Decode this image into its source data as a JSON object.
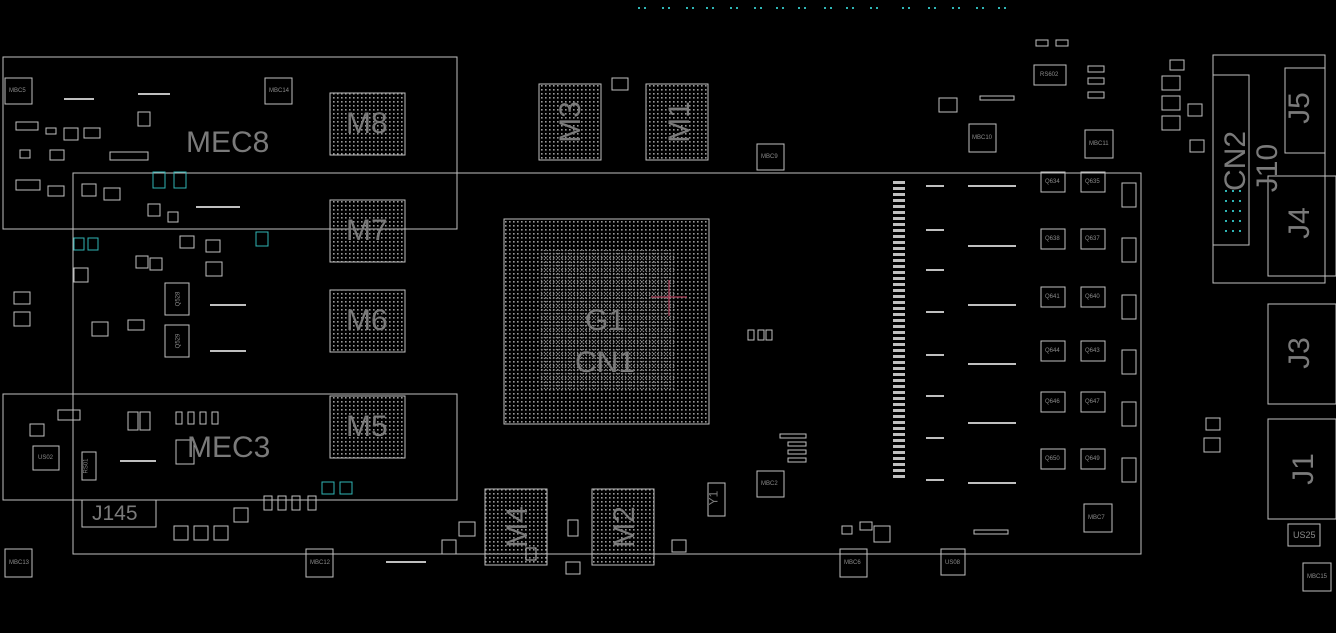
{
  "title": "",
  "colors": {
    "background": "#000000",
    "outline": "#bfbfbf",
    "label": "#7a7a7a",
    "cyan": "#2fb5b5",
    "marker": "#d24a6a"
  },
  "labels": {
    "mec8": "MEC8",
    "mec3": "MEC3",
    "m8": "M8",
    "m7": "M7",
    "m6": "M6",
    "m5": "M5",
    "m3": "M3",
    "m1": "M1",
    "m4": "M4",
    "m2": "M2",
    "g1": "G1",
    "cn1": "CN1",
    "cn2": "CN2",
    "j10": "J10",
    "j5": "J5",
    "j4": "J4",
    "j3": "J3",
    "j1": "J1",
    "j145": "J145",
    "y1": "Y1",
    "us25": "US25"
  },
  "small_labels": {
    "mbc5": "MBC5",
    "mbc14": "MBC14",
    "mbc9": "MBC9",
    "mbc10": "MBC10",
    "mbc11": "MBC11",
    "mbc2": "MBC2",
    "mbc6": "MBC6",
    "mbc7": "MBC7",
    "mbc12": "MBC12",
    "mbc13": "MBC13",
    "mbc15": "MBC15",
    "rs602": "RS602",
    "us08": "US08",
    "us02": "US02",
    "rs01": "RS01",
    "q528": "Q528",
    "q529": "Q529",
    "q634": "Q634",
    "q635": "Q635",
    "q638": "Q638",
    "q637": "Q637",
    "q641": "Q641",
    "q640": "Q640",
    "q644": "Q644",
    "q643": "Q643",
    "q646": "Q646",
    "q647": "Q647",
    "q650": "Q650",
    "q649": "Q649"
  }
}
